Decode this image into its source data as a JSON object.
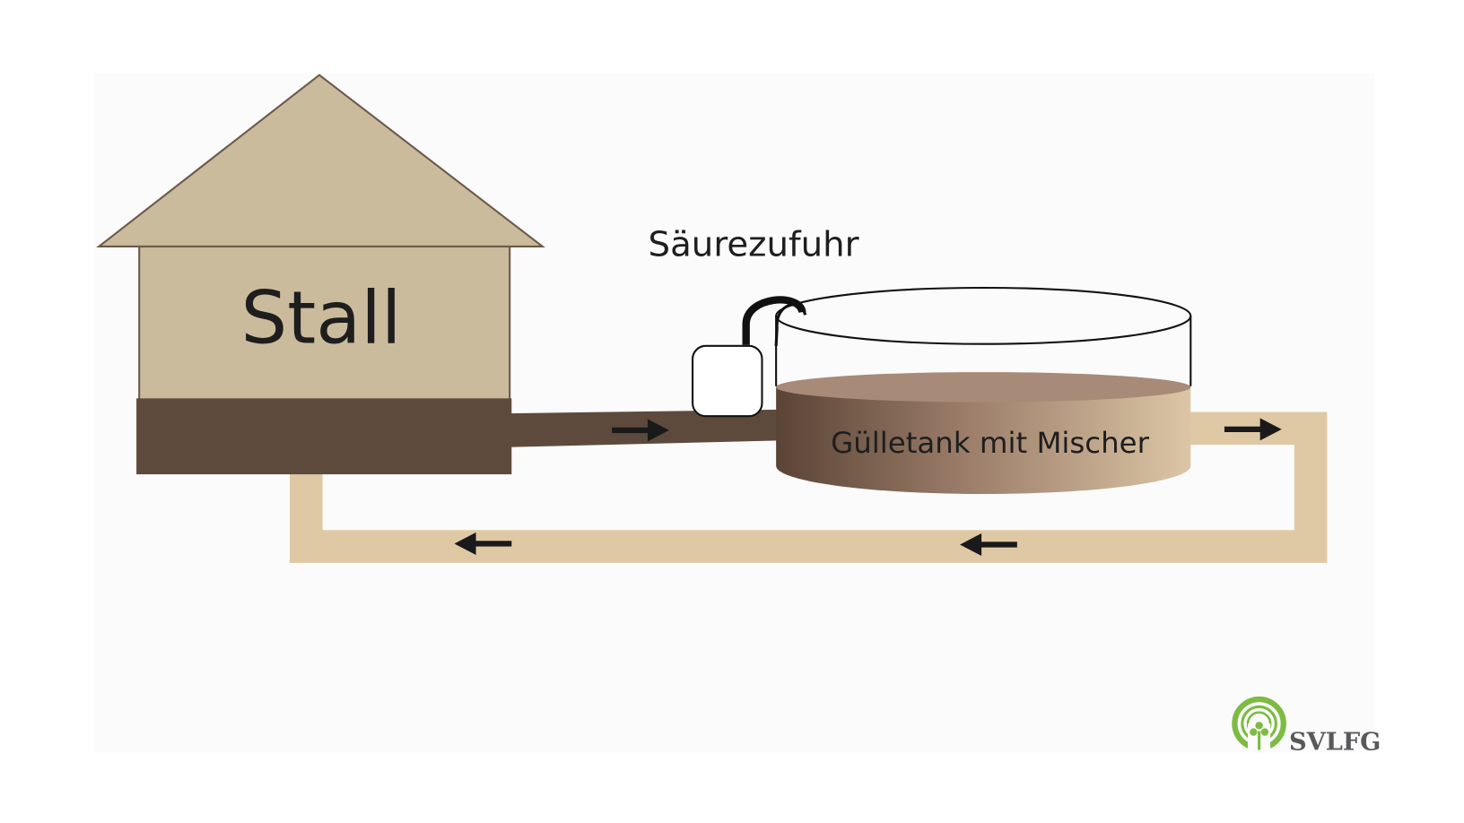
{
  "labels": {
    "stall": "Stall",
    "acid_feed": "Säurezufuhr",
    "tank": "Gülletank mit Mischer"
  },
  "logo": {
    "text": "SVLFG"
  },
  "colors": {
    "building": "#cbbb9d",
    "building_base": "#5e4a3c",
    "return_pipe": "#dfc9a5",
    "liquid_dark": "#5a4436",
    "liquid_light": "#dcc6a6",
    "logo_green": "#7dbb42"
  }
}
